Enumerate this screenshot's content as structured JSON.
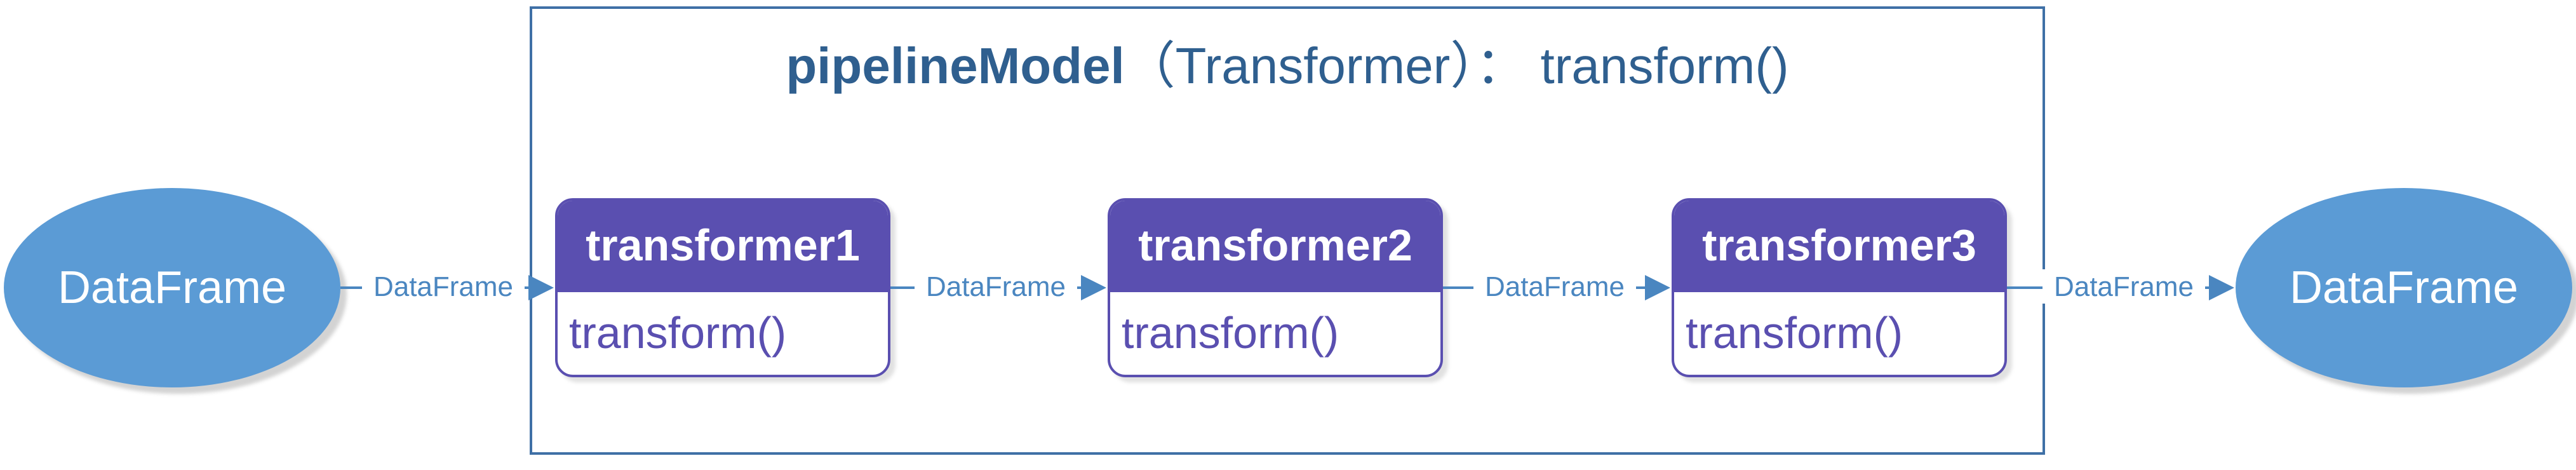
{
  "diagram": {
    "model": {
      "name": "pipelineModel",
      "rest": "（Transformer）： transform()"
    },
    "input_node": {
      "label": "DataFrame"
    },
    "output_node": {
      "label": "DataFrame"
    },
    "transformers": [
      {
        "name": "transformer1",
        "method": "transform()"
      },
      {
        "name": "transformer2",
        "method": "transform()"
      },
      {
        "name": "transformer3",
        "method": "transform()"
      }
    ],
    "edges": [
      {
        "label": "DataFrame"
      },
      {
        "label": "DataFrame"
      },
      {
        "label": "DataFrame"
      },
      {
        "label": "DataFrame"
      }
    ],
    "colors": {
      "ellipse_fill": "#5b9bd5",
      "transformer_header": "#5a4fb0",
      "model_border": "#3f70a6",
      "edge_color": "#4a86c0"
    }
  }
}
